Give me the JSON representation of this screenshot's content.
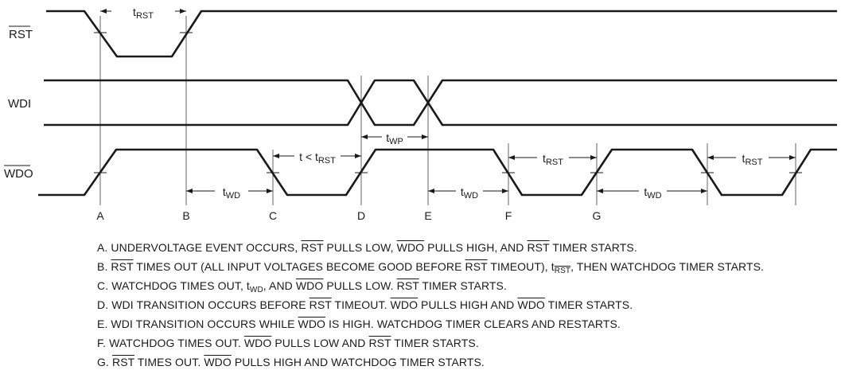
{
  "signals": [
    {
      "id": "rst",
      "text": "RST",
      "overline": true
    },
    {
      "id": "wdi",
      "text": "WDI",
      "overline": false
    },
    {
      "id": "wdo",
      "text": "WDO",
      "overline": true
    }
  ],
  "points": [
    "A",
    "B",
    "C",
    "D",
    "E",
    "F",
    "G"
  ],
  "timings": [
    {
      "id": "rst-1",
      "pre": "t",
      "sub": "RST"
    },
    {
      "id": "wd-1",
      "pre": "t",
      "sub": "WD"
    },
    {
      "id": "lt-rst",
      "pre": "t < t",
      "sub": "RST"
    },
    {
      "id": "wp",
      "pre": "t",
      "sub": "WP"
    },
    {
      "id": "wd-2",
      "pre": "t",
      "sub": "WD"
    },
    {
      "id": "rst-2",
      "pre": "t",
      "sub": "RST"
    },
    {
      "id": "wd-3",
      "pre": "t",
      "sub": "WD"
    },
    {
      "id": "rst-3",
      "pre": "t",
      "sub": "RST"
    }
  ],
  "notes": [
    [
      {
        "t": "A. UNDERVOLTAGE EVENT OCCURS, "
      },
      {
        "t": "RST",
        "ov": true
      },
      {
        "t": " PULLS LOW, "
      },
      {
        "t": "WDO",
        "ov": true
      },
      {
        "t": " PULLS HIGH, AND "
      },
      {
        "t": "RST",
        "ov": true
      },
      {
        "t": " TIMER STARTS."
      }
    ],
    [
      {
        "t": "B. "
      },
      {
        "t": "RST",
        "ov": true
      },
      {
        "t": " TIMES OUT (ALL INPUT VOLTAGES BECOME GOOD BEFORE "
      },
      {
        "t": "RST",
        "ov": true
      },
      {
        "t": " TIMEOUT), t"
      },
      {
        "t": "RST",
        "ov": true,
        "sub": true
      },
      {
        "t": ", THEN WATCHDOG TIMER STARTS."
      }
    ],
    [
      {
        "t": "C. WATCHDOG TIMES OUT, t"
      },
      {
        "t": "WD",
        "sub": true
      },
      {
        "t": ", AND "
      },
      {
        "t": "WDO",
        "ov": true
      },
      {
        "t": " PULLS LOW. "
      },
      {
        "t": "RST",
        "ov": true
      },
      {
        "t": " TIMER STARTS."
      }
    ],
    [
      {
        "t": "D. WDI TRANSITION OCCURS BEFORE "
      },
      {
        "t": "RST",
        "ov": true
      },
      {
        "t": " TIMEOUT. "
      },
      {
        "t": "WDO",
        "ov": true
      },
      {
        "t": " PULLS HIGH AND "
      },
      {
        "t": "WDO",
        "ov": true
      },
      {
        "t": " TIMER STARTS."
      }
    ],
    [
      {
        "t": "E. WDI TRANSITION OCCURS WHILE "
      },
      {
        "t": "WDO",
        "ov": true
      },
      {
        "t": " IS HIGH. WATCHDOG TIMER CLEARS AND RESTARTS."
      }
    ],
    [
      {
        "t": "F.  WATCHDOG TIMES OUT. "
      },
      {
        "t": "WDO",
        "ov": true
      },
      {
        "t": " PULLS LOW AND "
      },
      {
        "t": "RST",
        "ov": true
      },
      {
        "t": " TIMER STARTS."
      }
    ],
    [
      {
        "t": "G. "
      },
      {
        "t": "RST",
        "ov": true
      },
      {
        "t": " TIMES OUT. "
      },
      {
        "t": "WDO",
        "ov": true
      },
      {
        "t": " PULLS HIGH AND WATCHDOG TIMER STARTS."
      }
    ]
  ]
}
